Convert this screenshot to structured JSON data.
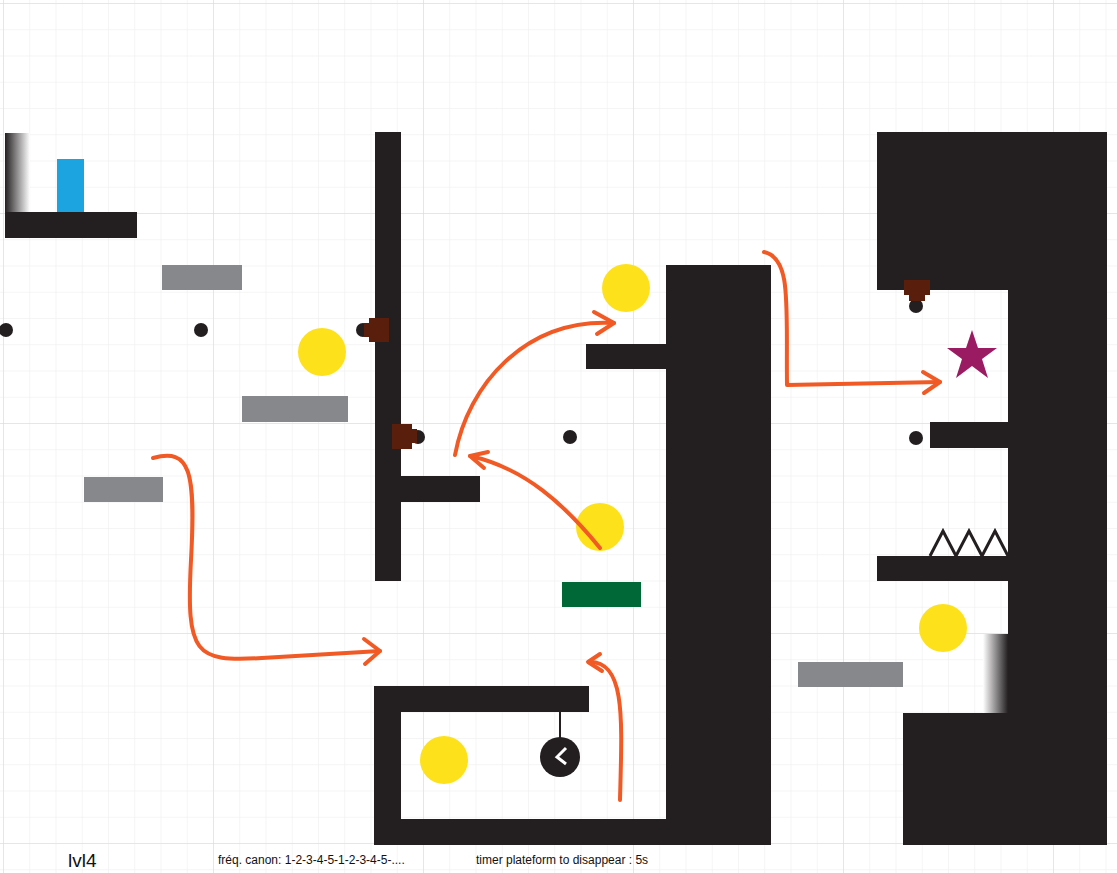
{
  "diagram": {
    "labels": [
      "lvl4",
      "fréq. canon: 1-2-3-4-5-1-2-3-4-5-....",
      "timer plateform to disappear : 5s"
    ]
  }
}
